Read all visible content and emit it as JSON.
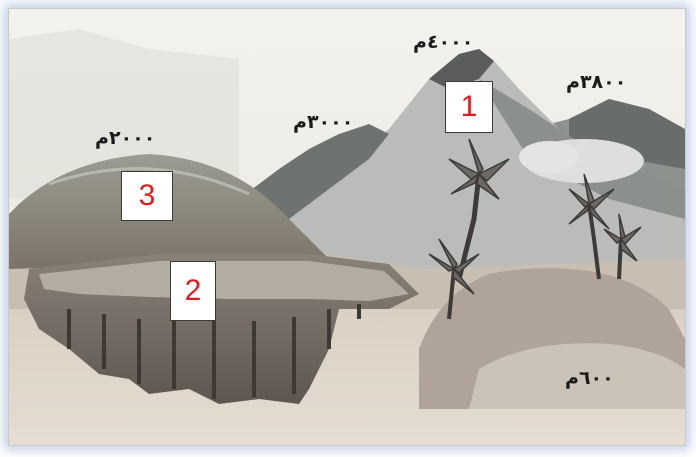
{
  "elevations": {
    "peak_main": "٤٠٠٠م",
    "peak_right": "٣٨٠٠م",
    "peak_middle": "٣٠٠٠م",
    "hill_left": "٢٠٠٠م",
    "hill_bottom": "٦٠٠م"
  },
  "markers": {
    "mountain": "1",
    "plateau": "2",
    "hill": "3"
  },
  "colors": {
    "marker_text": "#e01b1b",
    "label_text": "#1c1c1c"
  }
}
